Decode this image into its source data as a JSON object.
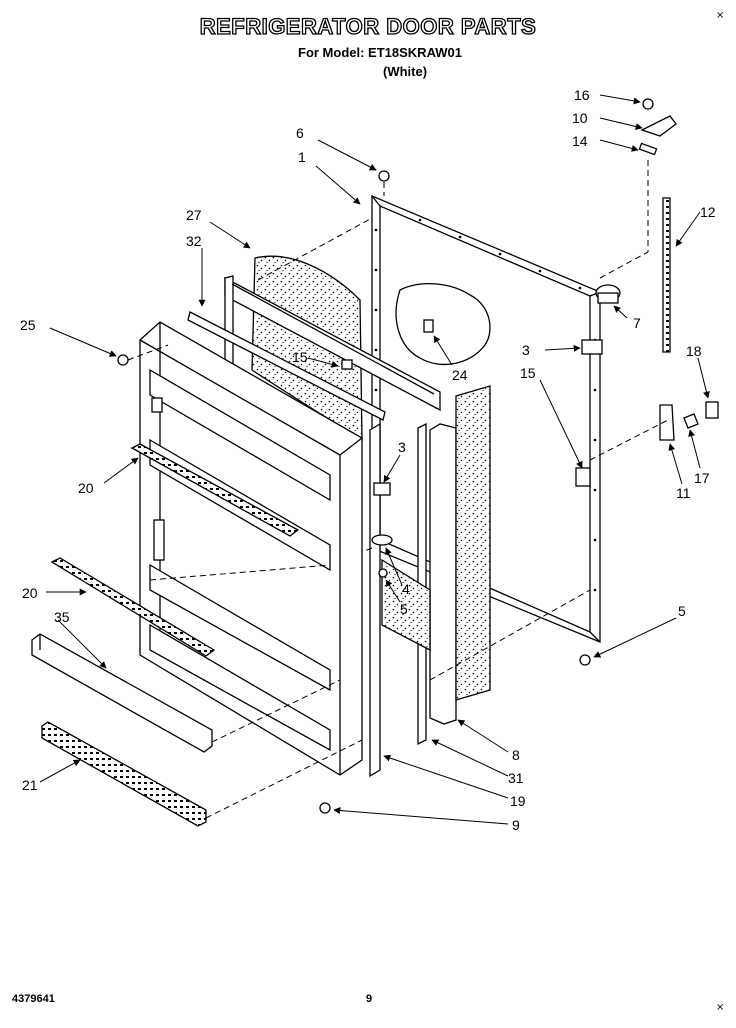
{
  "header": {
    "title": "REFRIGERATOR DOOR PARTS",
    "model_line": "For Model: ET18SKRAW01",
    "color_line": "(White)"
  },
  "footer": {
    "doc_number": "4379641",
    "page_number": "9"
  },
  "crop_mark": "×",
  "callouts": [
    {
      "id": "c16",
      "label": "16"
    },
    {
      "id": "c10",
      "label": "10"
    },
    {
      "id": "c14",
      "label": "14"
    },
    {
      "id": "c6",
      "label": "6"
    },
    {
      "id": "c1",
      "label": "1"
    },
    {
      "id": "c12",
      "label": "12"
    },
    {
      "id": "c27",
      "label": "27"
    },
    {
      "id": "c32",
      "label": "32"
    },
    {
      "id": "c7",
      "label": "7"
    },
    {
      "id": "c25",
      "label": "25"
    },
    {
      "id": "c15a",
      "label": "15"
    },
    {
      "id": "c24",
      "label": "24"
    },
    {
      "id": "c3a",
      "label": "3"
    },
    {
      "id": "c15b",
      "label": "15"
    },
    {
      "id": "c18",
      "label": "18"
    },
    {
      "id": "c3b",
      "label": "3"
    },
    {
      "id": "c20a",
      "label": "20"
    },
    {
      "id": "c11",
      "label": "11"
    },
    {
      "id": "c17",
      "label": "17"
    },
    {
      "id": "c4",
      "label": "4"
    },
    {
      "id": "c20b",
      "label": "20"
    },
    {
      "id": "c5a",
      "label": "5"
    },
    {
      "id": "c35",
      "label": "35"
    },
    {
      "id": "c5b",
      "label": "5"
    },
    {
      "id": "c8",
      "label": "8"
    },
    {
      "id": "c31",
      "label": "31"
    },
    {
      "id": "c21",
      "label": "21"
    },
    {
      "id": "c19",
      "label": "19"
    },
    {
      "id": "c9",
      "label": "9"
    }
  ]
}
